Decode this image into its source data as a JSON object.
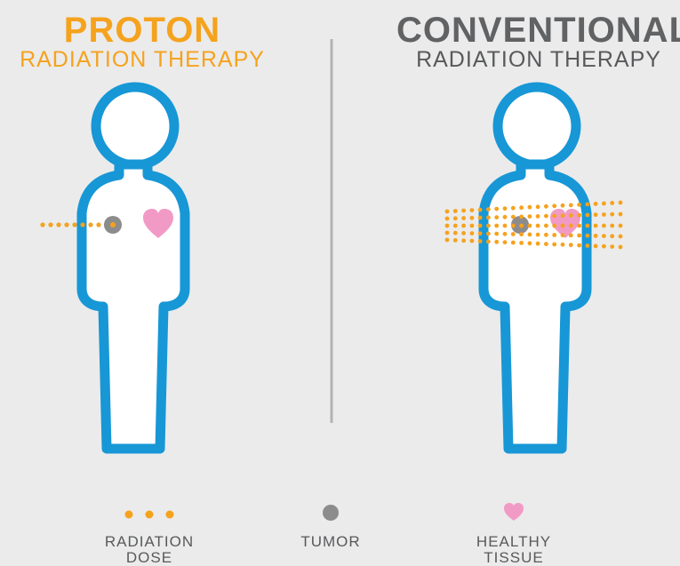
{
  "left_panel": {
    "title": "PROTON",
    "subtitle": "RADIATION THERAPY"
  },
  "right_panel": {
    "title": "CONVENTIONAL",
    "subtitle": "RADIATION THERAPY"
  },
  "legend": {
    "radiation_line1": "RADIATION",
    "radiation_line2": "DOSE",
    "tumor": "TUMOR",
    "healthy_line1": "HEALTHY",
    "healthy_line2": "TISSUE"
  },
  "colors": {
    "proton_orange": "#f5a21d",
    "body_outline": "#1797d6",
    "tumor_gray": "#8c8c8c",
    "heart_pink": "#f29ac6",
    "divider": "#b3b3b3",
    "background": "#ebebeb"
  }
}
